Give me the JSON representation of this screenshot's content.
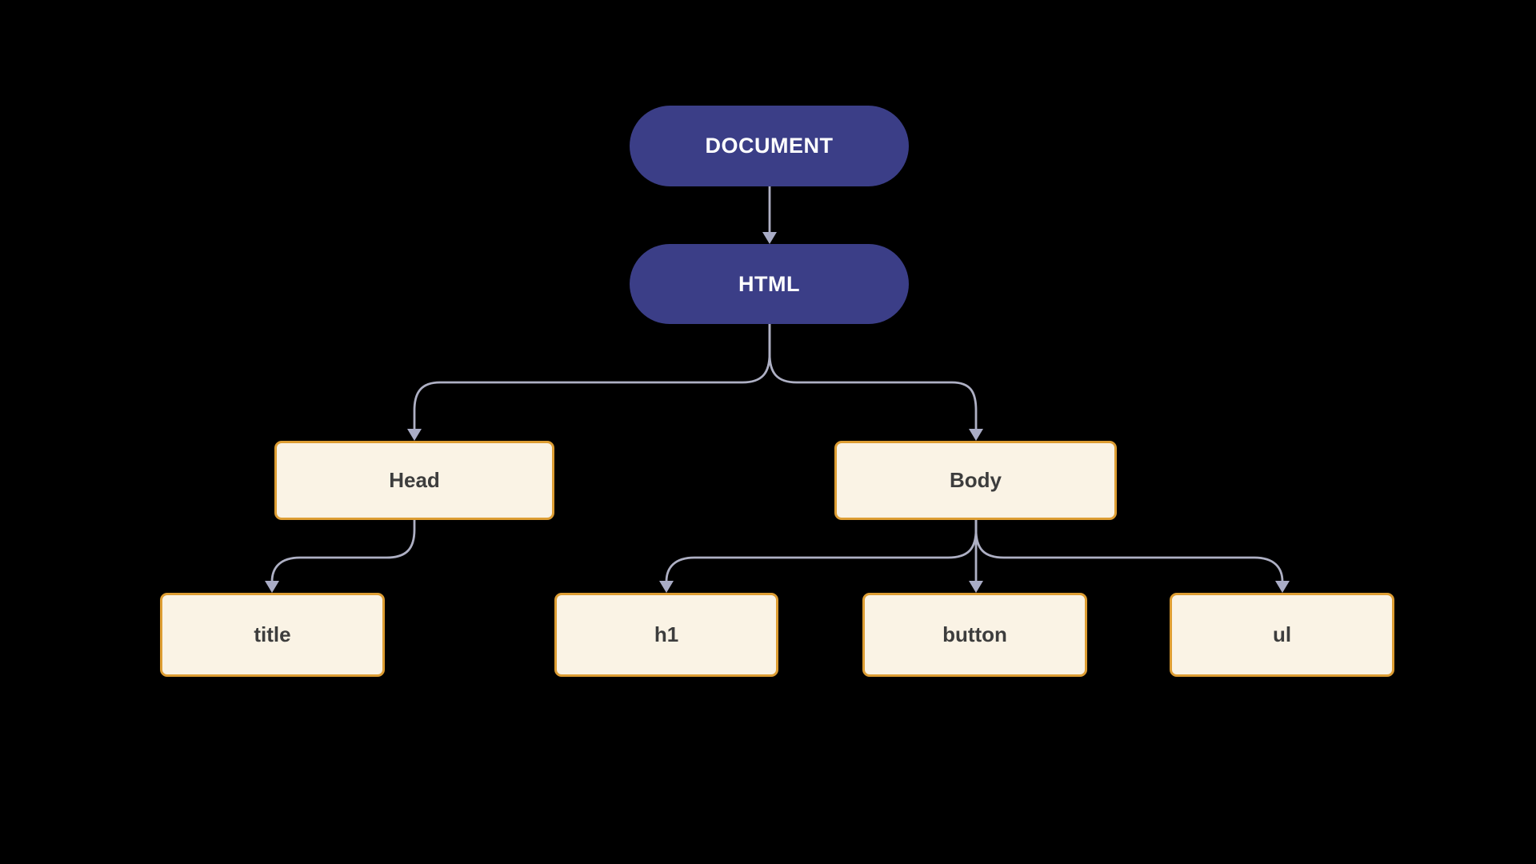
{
  "diagram": {
    "type": "tree",
    "description": "DOM tree hierarchy flowchart",
    "background_color": "#000000",
    "colors": {
      "root_node_fill": "#3b3e87",
      "root_node_text": "#ffffff",
      "element_node_fill": "#faf3e5",
      "element_node_border": "#dd9d33",
      "element_node_text": "#3d3d3d",
      "connector_line": "#aeb0c4",
      "arrowhead": "#a9acc6"
    },
    "nodes": {
      "document": {
        "label": "DOCUMENT",
        "shape": "pill",
        "level": 0
      },
      "html": {
        "label": "HTML",
        "shape": "pill",
        "level": 1
      },
      "head": {
        "label": "Head",
        "shape": "rect",
        "level": 2
      },
      "body": {
        "label": "Body",
        "shape": "rect",
        "level": 2
      },
      "title": {
        "label": "title",
        "shape": "rect",
        "level": 3
      },
      "h1": {
        "label": "h1",
        "shape": "rect",
        "level": 3
      },
      "button": {
        "label": "button",
        "shape": "rect",
        "level": 3
      },
      "ul": {
        "label": "ul",
        "shape": "rect",
        "level": 3
      }
    },
    "edges": [
      {
        "from": "document",
        "to": "html"
      },
      {
        "from": "html",
        "to": "head"
      },
      {
        "from": "html",
        "to": "body"
      },
      {
        "from": "head",
        "to": "title"
      },
      {
        "from": "body",
        "to": "h1"
      },
      {
        "from": "body",
        "to": "button"
      },
      {
        "from": "body",
        "to": "ul"
      }
    ]
  }
}
